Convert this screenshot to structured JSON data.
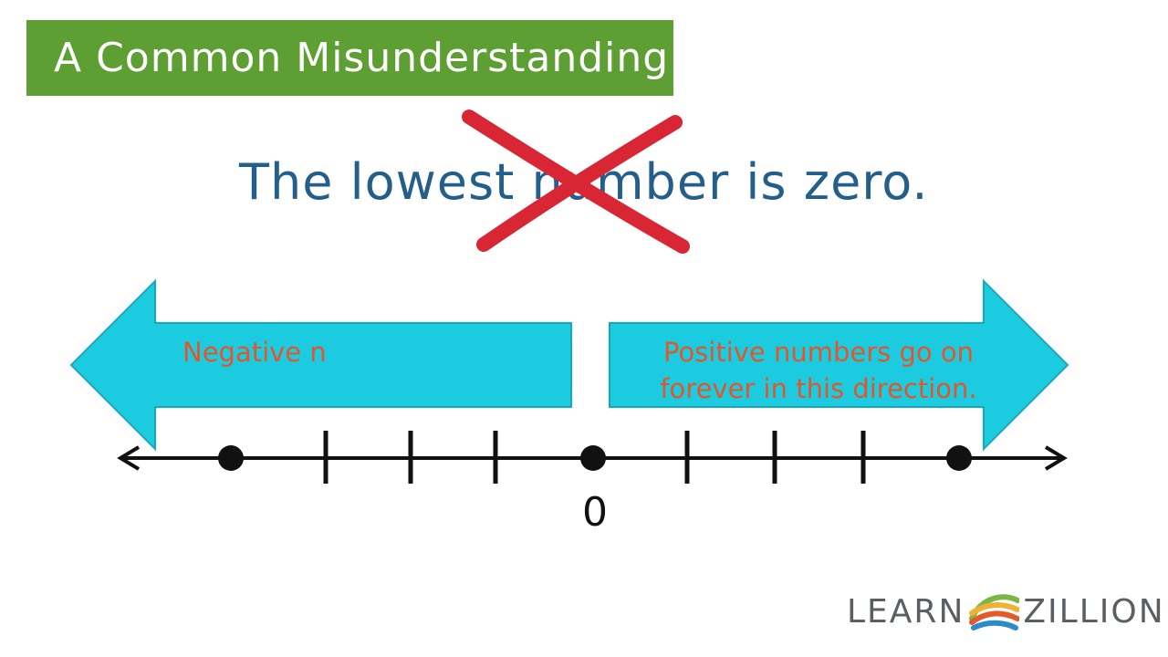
{
  "title": "A Common Misunderstanding",
  "statement": "The lowest number is zero.",
  "negative_arrow_text": "Negative n",
  "positive_arrow_text_line1": "Positive numbers go on",
  "positive_arrow_text_line2": "forever in this direction.",
  "number_line": {
    "zero_label": "0",
    "marks": [
      {
        "type": "dot"
      },
      {
        "type": "tick"
      },
      {
        "type": "tick"
      },
      {
        "type": "tick"
      },
      {
        "type": "dot"
      },
      {
        "type": "tick"
      },
      {
        "type": "tick"
      },
      {
        "type": "tick"
      },
      {
        "type": "dot"
      }
    ]
  },
  "logo": {
    "left_text": "LEARN",
    "right_text": "ZILLION",
    "icon": "learnzillion-swirl-icon"
  },
  "colors": {
    "banner": "#5d9f32",
    "statement": "#235f8a",
    "cross": "#d92634",
    "arrow_fill": "#1ccbe0",
    "arrow_text": "#e1572b"
  }
}
